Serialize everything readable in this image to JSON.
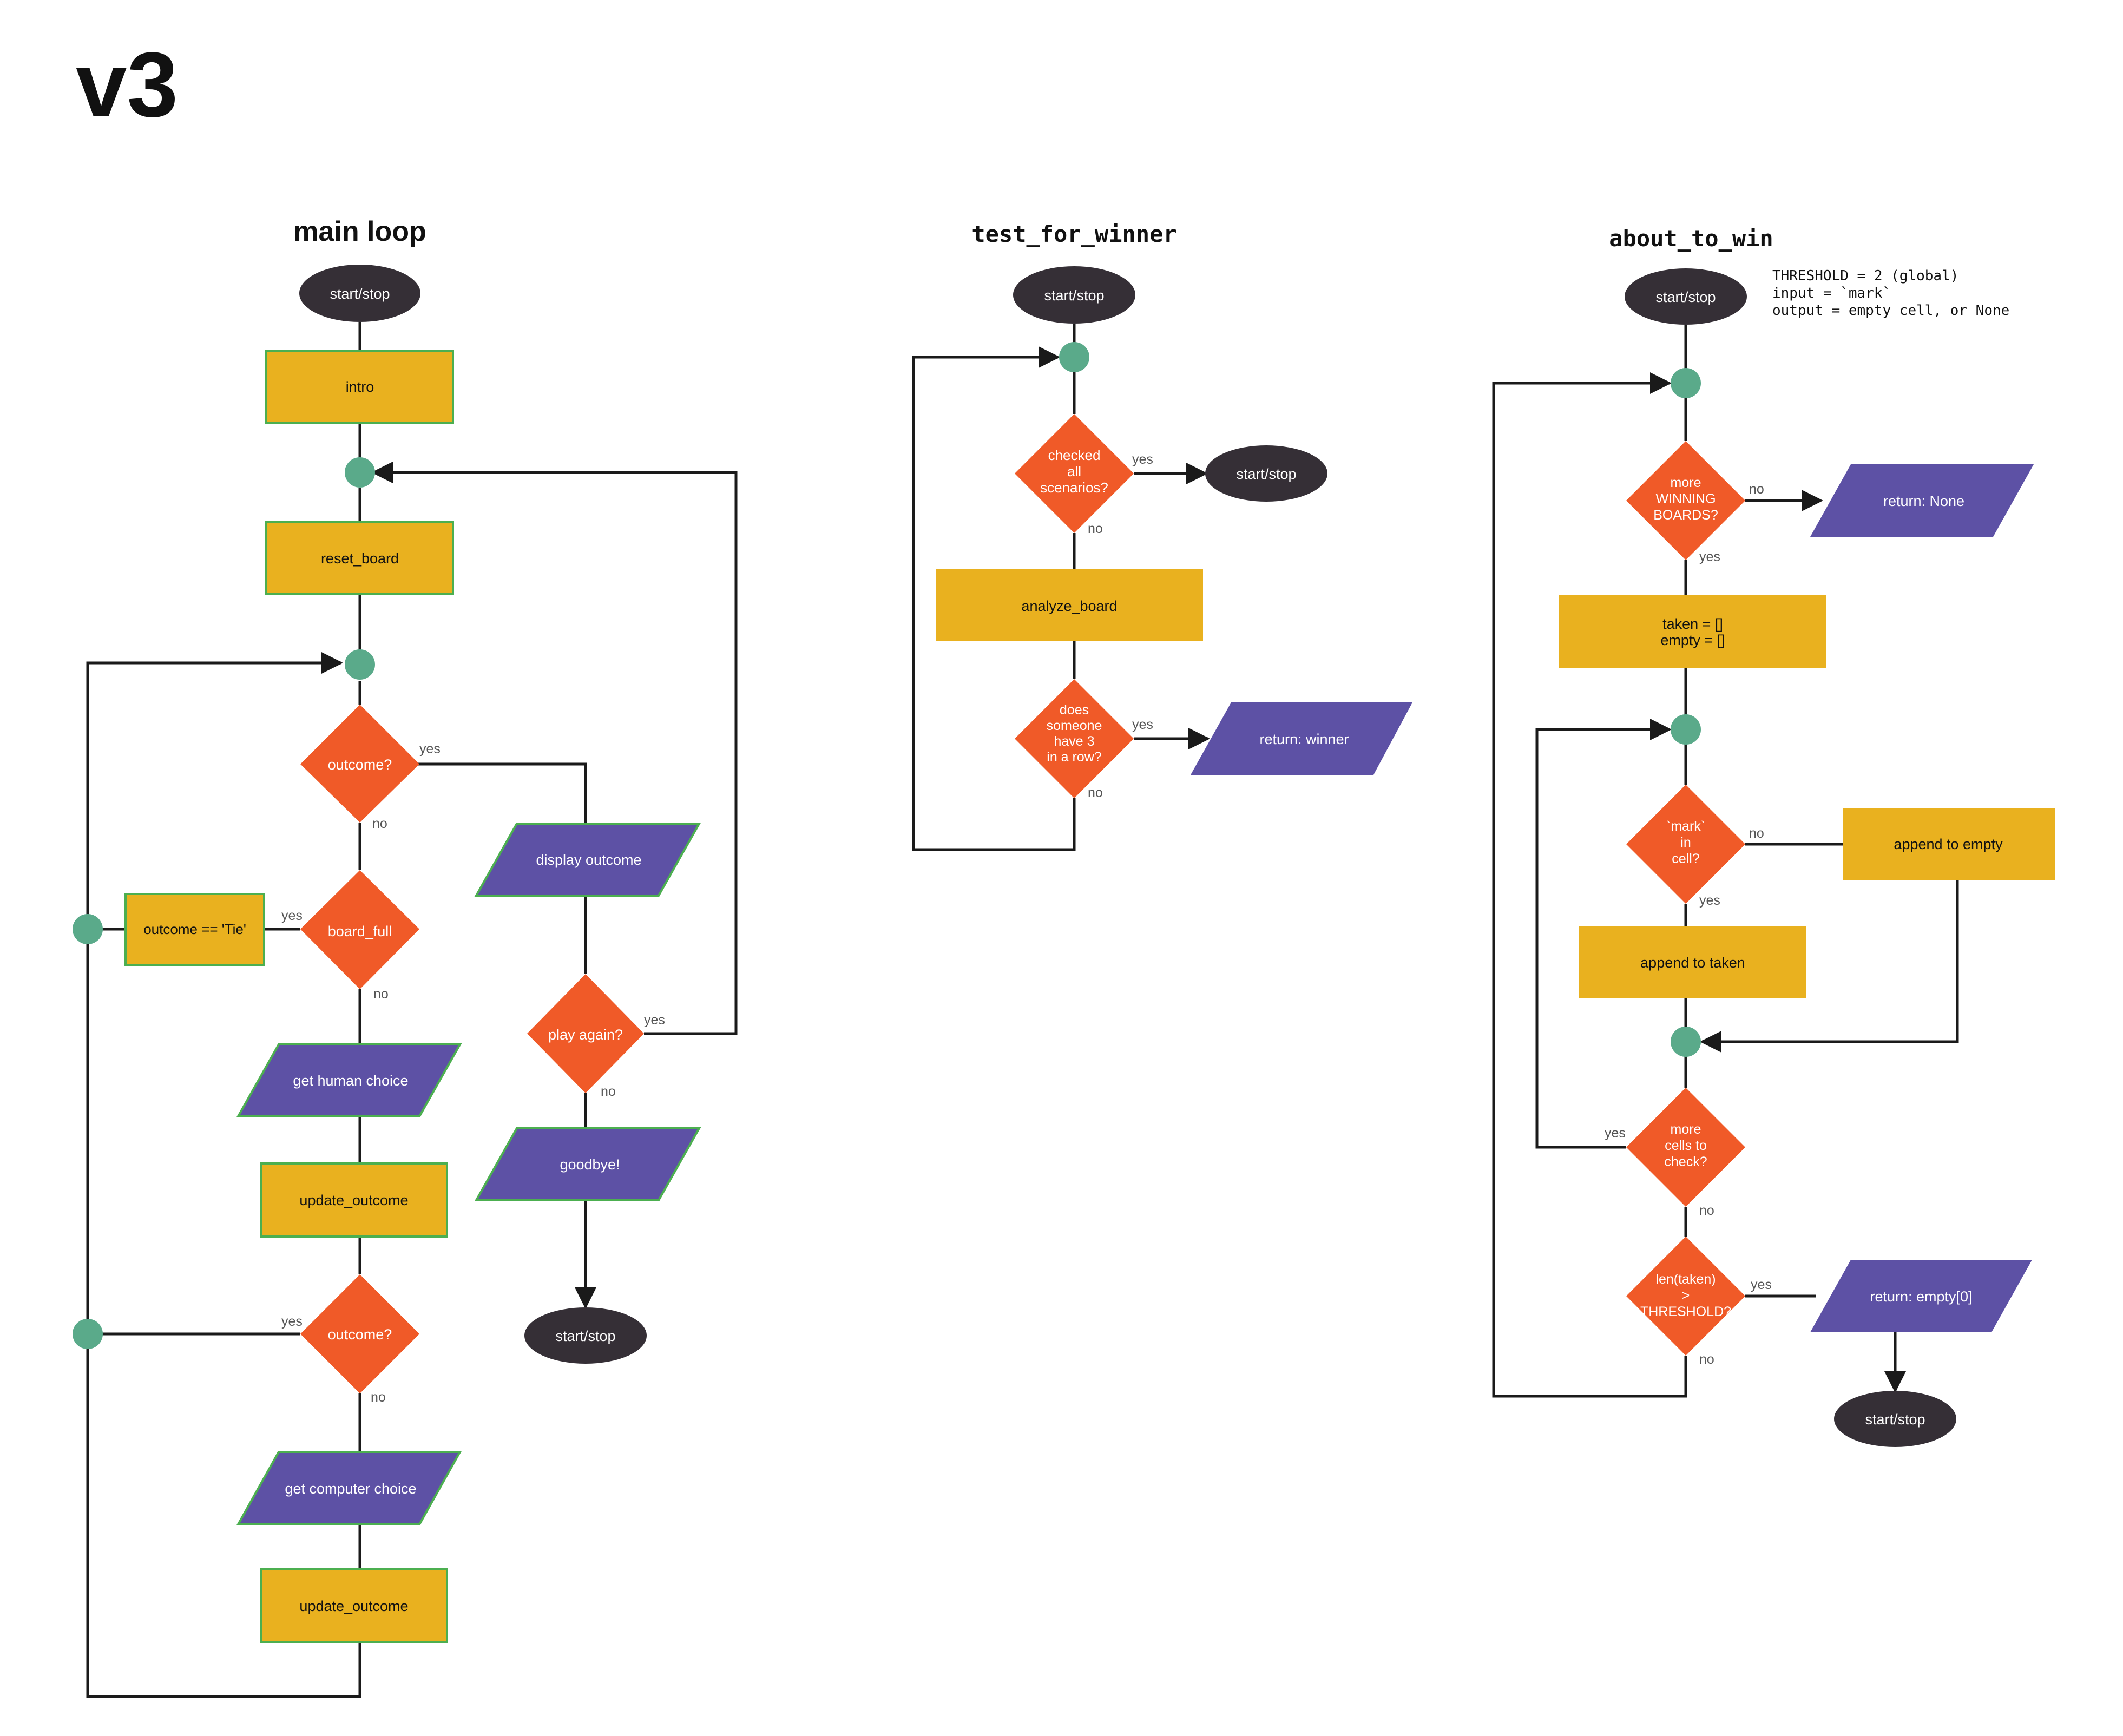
{
  "page": {
    "version_title": "v3"
  },
  "colors": {
    "terminal": "#352f36",
    "process": "#e9b11f",
    "decision": "#f05a28",
    "io": "#5d51a5",
    "connector": "#5aaa8a",
    "outline": "#4caf50",
    "line": "#1a1a1a"
  },
  "main_loop": {
    "title": "main loop",
    "start": "start/stop",
    "intro": "intro",
    "reset_board": "reset_board",
    "outcome_1": "outcome?",
    "board_full": "board_full",
    "tie": "outcome == 'Tie'",
    "get_human_choice": "get human choice",
    "update_outcome_1": "update_outcome",
    "outcome_2": "outcome?",
    "get_computer_choice": "get computer choice",
    "update_outcome_2": "update_outcome",
    "display_outcome": "display outcome",
    "play_again": "play again?",
    "goodbye": "goodbye!",
    "end": "start/stop",
    "labels": {
      "outcome_1_yes": "yes",
      "outcome_1_no": "no",
      "board_full_yes": "yes",
      "board_full_no": "no",
      "play_again_yes": "yes",
      "play_again_no": "no",
      "outcome_2_yes": "yes",
      "outcome_2_no": "no"
    }
  },
  "test_for_winner": {
    "title": "test_for_winner",
    "start": "start/stop",
    "checked_all": [
      "checked",
      "all",
      "scenarios?"
    ],
    "end": "start/stop",
    "analyze_board": "analyze_board",
    "three_in_row": [
      "does",
      "someone",
      "have 3",
      "in a row?"
    ],
    "return_winner": "return: winner",
    "labels": {
      "checked_yes": "yes",
      "checked_no": "no",
      "three_yes": "yes",
      "three_no": "no"
    }
  },
  "about_to_win": {
    "title": "about_to_win",
    "note": [
      "THRESHOLD = 2 (global)",
      "input = `mark`",
      "output = empty cell, or None"
    ],
    "start": "start/stop",
    "more_winning": [
      "more",
      "WINNING",
      "BOARDS?"
    ],
    "return_none": "return: None",
    "taken_empty": [
      "taken = []",
      "empty = []"
    ],
    "mark_in_cell": [
      "`mark`",
      "in",
      "cell?"
    ],
    "append_empty": "append to empty",
    "append_taken": "append to taken",
    "more_cells": [
      "more",
      "cells to",
      "check?"
    ],
    "len_taken": [
      "len(taken)",
      ">",
      "THRESHOLD?"
    ],
    "return_empty": "return: empty[0]",
    "end": "start/stop",
    "labels": {
      "winning_no": "no",
      "winning_yes": "yes",
      "mark_no": "no",
      "mark_yes": "yes",
      "cells_yes": "yes",
      "cells_no": "no",
      "len_yes": "yes",
      "len_no": "no"
    }
  }
}
